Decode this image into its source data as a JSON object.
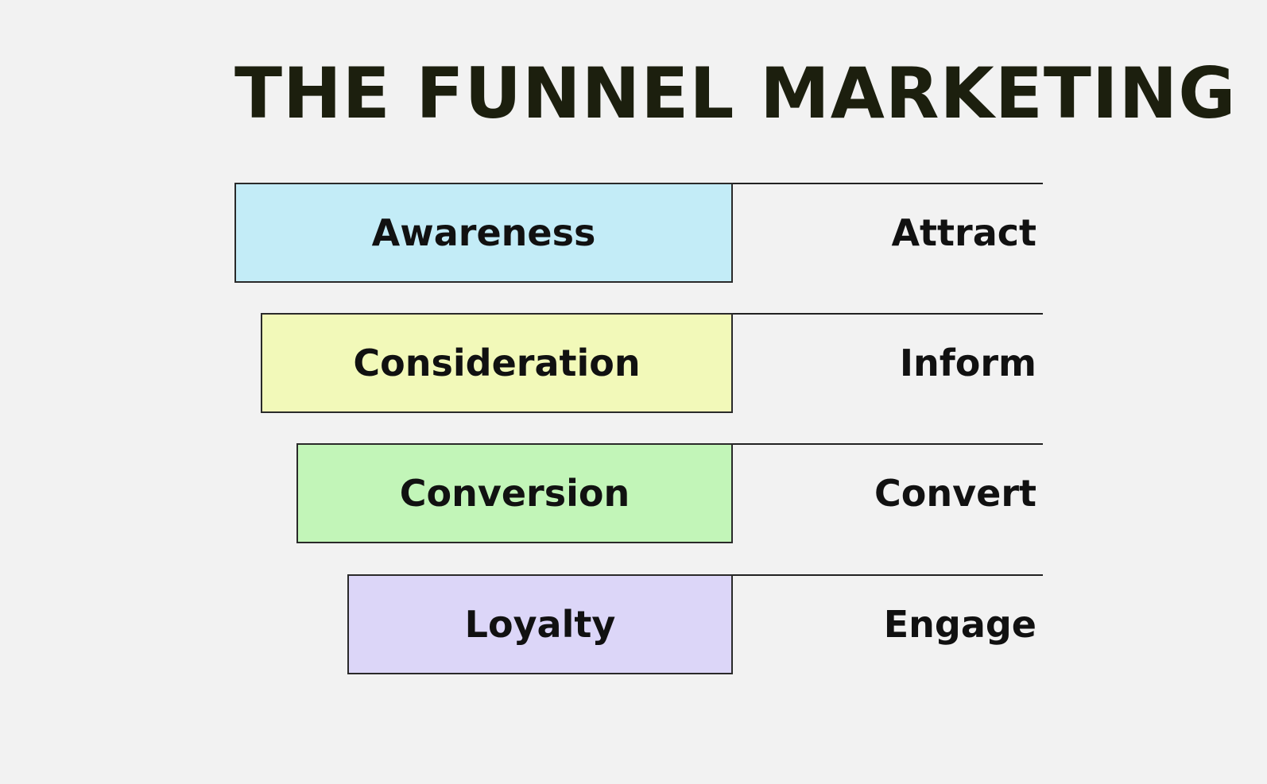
{
  "title": "THE FUNNEL MARKETING",
  "stages": [
    {
      "stage": "Awareness",
      "action": "Attract",
      "color": "#c3ecf7"
    },
    {
      "stage": "Consideration",
      "action": "Inform",
      "color": "#f2f9b9"
    },
    {
      "stage": "Conversion",
      "action": "Convert",
      "color": "#c2f5b8"
    },
    {
      "stage": "Loyalty",
      "action": "Engage",
      "color": "#dcd6f8"
    }
  ]
}
